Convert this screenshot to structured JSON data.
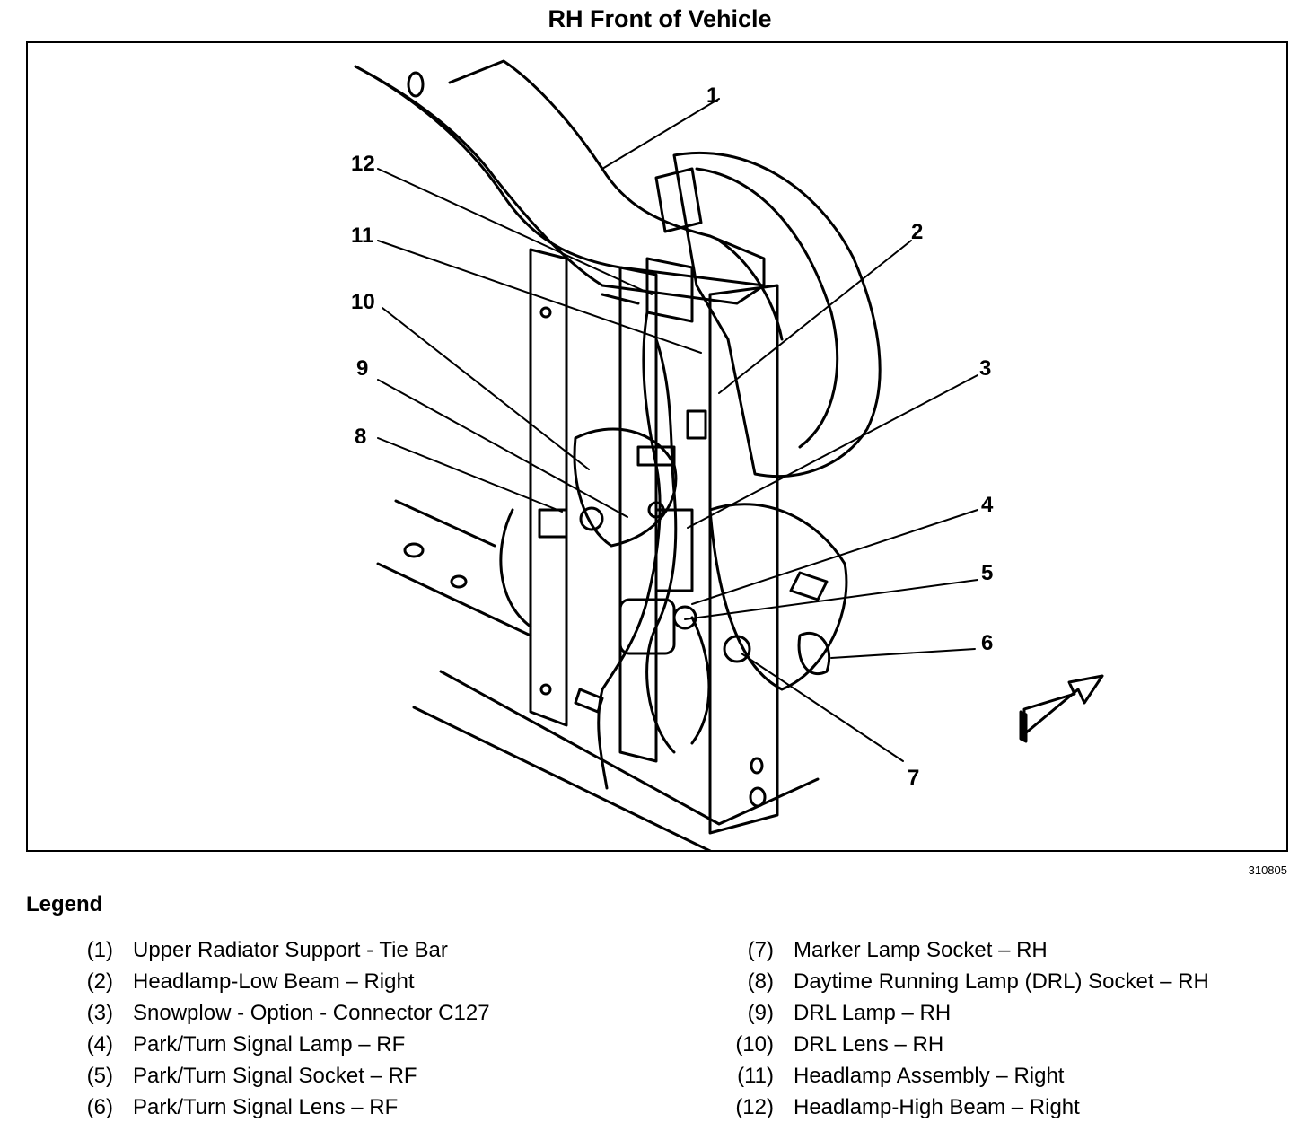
{
  "title": "RH Front of Vehicle",
  "figure_id": "310805",
  "legend_title": "Legend",
  "callouts": [
    "1",
    "2",
    "3",
    "4",
    "5",
    "6",
    "7",
    "8",
    "9",
    "10",
    "11",
    "12"
  ],
  "legend": [
    {
      "num": "(1)",
      "text": "Upper Radiator Support - Tie Bar"
    },
    {
      "num": "(2)",
      "text": "Headlamp-Low Beam – Right"
    },
    {
      "num": "(3)",
      "text": "Snowplow - Option - Connector C127"
    },
    {
      "num": "(4)",
      "text": "Park/Turn Signal Lamp – RF"
    },
    {
      "num": "(5)",
      "text": "Park/Turn Signal Socket – RF"
    },
    {
      "num": "(6)",
      "text": "Park/Turn Signal Lens – RF"
    },
    {
      "num": "(7)",
      "text": "Marker Lamp Socket – RH"
    },
    {
      "num": "(8)",
      "text": "Daytime Running Lamp (DRL) Socket – RH"
    },
    {
      "num": "(9)",
      "text": "DRL Lamp – RH"
    },
    {
      "num": "(10)",
      "text": "DRL Lens – RH"
    },
    {
      "num": "(11)",
      "text": "Headlamp Assembly – Right"
    },
    {
      "num": "(12)",
      "text": "Headlamp-High Beam – Right"
    }
  ]
}
